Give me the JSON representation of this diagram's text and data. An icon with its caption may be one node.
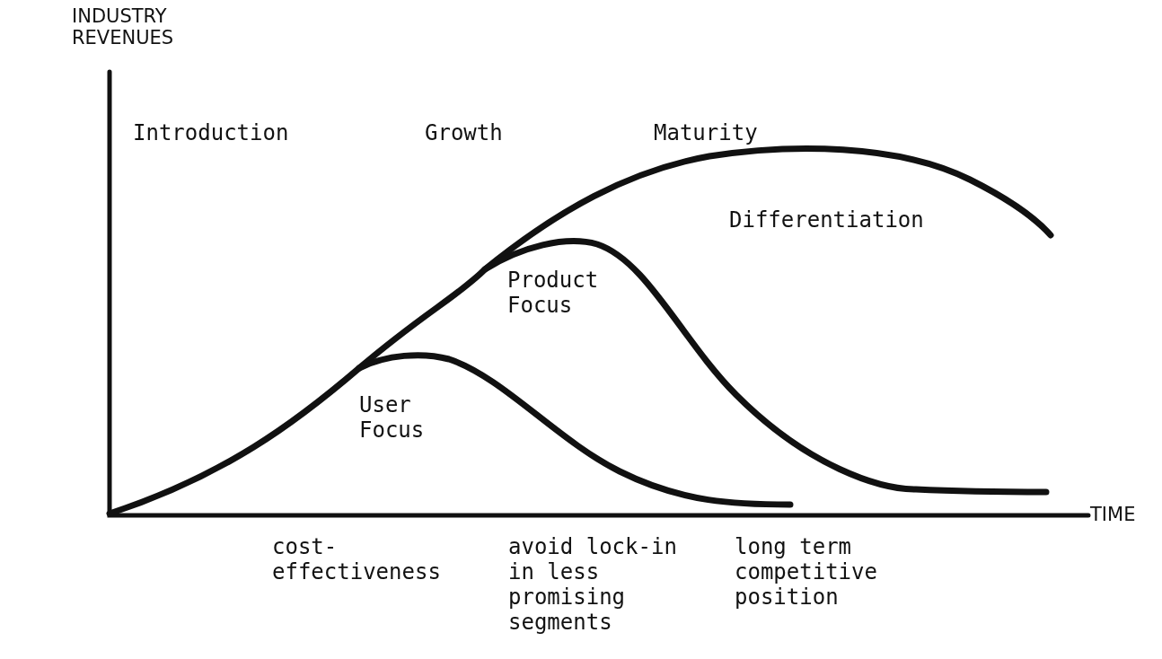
{
  "diagram": {
    "labels": [
      "INDUSTRY REVENUES",
      "Introduction",
      "Growth",
      "Maturity",
      "Differentiation",
      "Product Focus",
      "User Focus",
      "TIME",
      "cost- effectiveness",
      "avoid lock-in in less promising segments",
      "long term competitive position"
    ]
  }
}
